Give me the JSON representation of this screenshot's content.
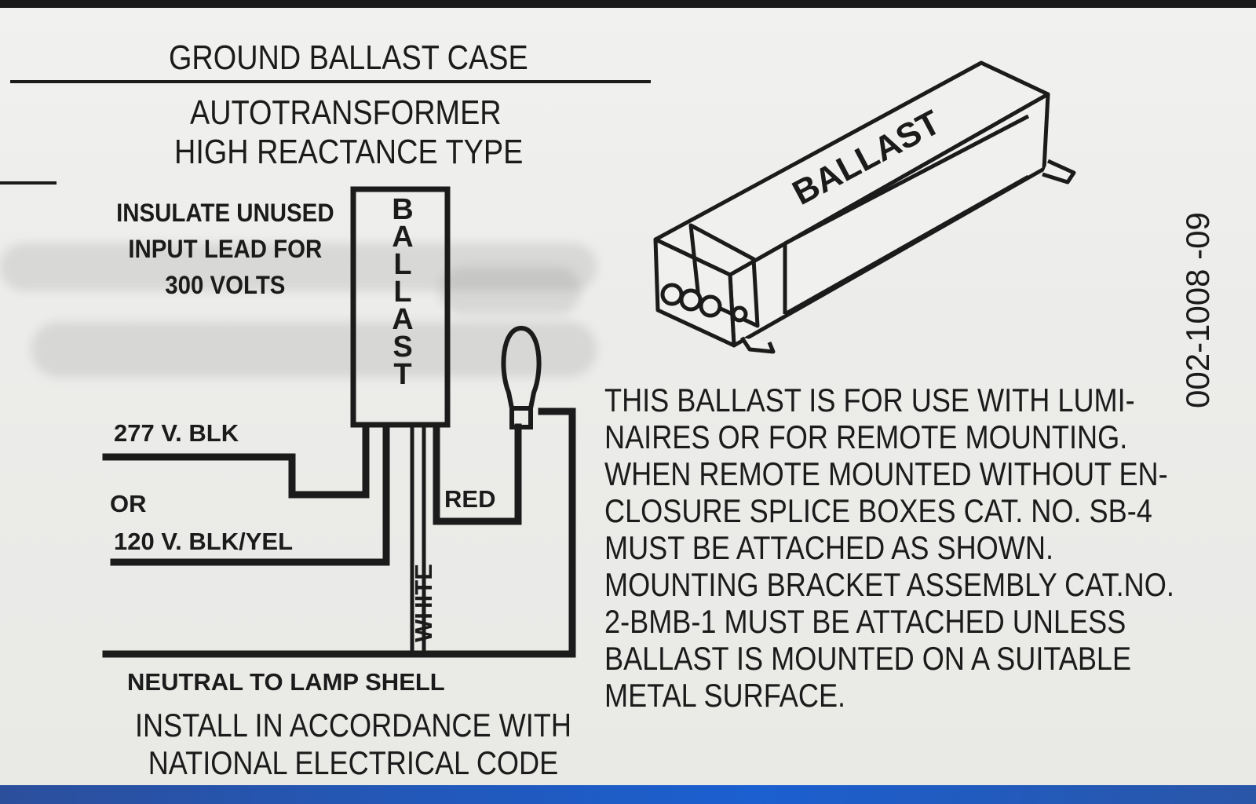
{
  "diagram": {
    "header_title": "GROUND BALLAST CASE",
    "subtitle_line1": "AUTOTRANSFORMER",
    "subtitle_line2": "HIGH REACTANCE TYPE",
    "insulate_note": [
      "INSULATE UNUSED",
      "INPUT LEAD FOR",
      "300 VOLTS"
    ],
    "ballast_box_label": [
      "B",
      "A",
      "L",
      "L",
      "A",
      "S",
      "T"
    ],
    "wire_277": "277 V. BLK",
    "wire_or": "OR",
    "wire_120": "120 V. BLK/YEL",
    "wire_red": "RED",
    "wire_white": "WHITE",
    "neutral_note": "NEUTRAL TO LAMP SHELL",
    "install_note": [
      "INSTALL IN ACCORDANCE WITH",
      "NATIONAL ELECTRICAL CODE"
    ],
    "illustration_label": "BALLAST",
    "notes": [
      "THIS BALLAST IS FOR USE WITH LUMI-",
      "NAIRES OR FOR REMOTE MOUNTING.",
      "WHEN REMOTE MOUNTED WITHOUT EN-",
      "CLOSURE SPLICE BOXES CAT. NO. SB-4",
      "MUST BE ATTACHED AS SHOWN.",
      "MOUNTING BRACKET ASSEMBLY CAT.NO.",
      "2-BMB-1 MUST BE ATTACHED UNLESS",
      "BALLAST IS MOUNTED ON A SUITABLE",
      "METAL SURFACE."
    ],
    "part_number": "002-1008 -09"
  },
  "colors": {
    "ink": "#1b1b1b",
    "paper": "#eeeeec",
    "strip": "#1b5fd0"
  }
}
